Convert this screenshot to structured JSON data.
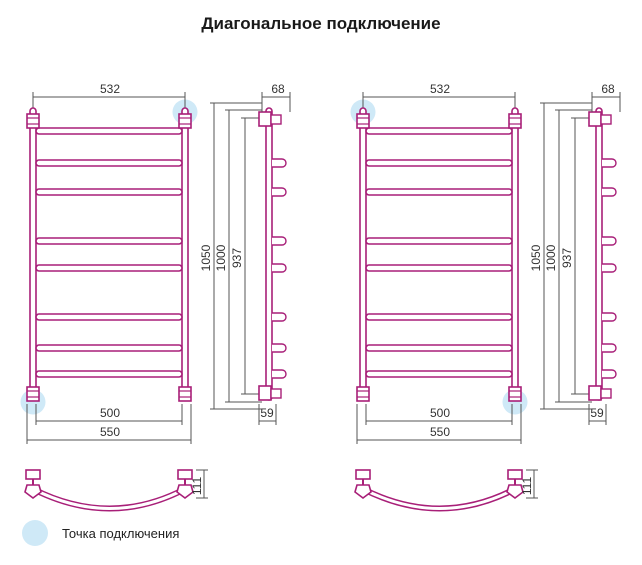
{
  "title": "Диагональное подключение",
  "colors": {
    "pipe": "#a81f78",
    "pipe_inner": "#ffffff",
    "dimension": "#555555",
    "connection": "#cfe9f7",
    "text": "#333333"
  },
  "diagrams": [
    {
      "label": "connection-top-right-bottom-left",
      "connection_points": [
        "top-right",
        "bottom-left"
      ],
      "dimensions": {
        "top_width": "532",
        "inner_width": "500",
        "total_width": "550",
        "depth_top": "68",
        "depth_bottom": "59",
        "height_1": "1050",
        "height_2": "1000",
        "height_3": "937",
        "bend_depth": "111"
      }
    },
    {
      "label": "connection-top-left-bottom-right",
      "connection_points": [
        "top-left",
        "bottom-right"
      ],
      "dimensions": {
        "top_width": "532",
        "inner_width": "500",
        "total_width": "550",
        "depth_top": "68",
        "depth_bottom": "59",
        "height_1": "1050",
        "height_2": "1000",
        "height_3": "937",
        "bend_depth": "111"
      }
    }
  ],
  "legend": {
    "label": "Точка подключения"
  }
}
